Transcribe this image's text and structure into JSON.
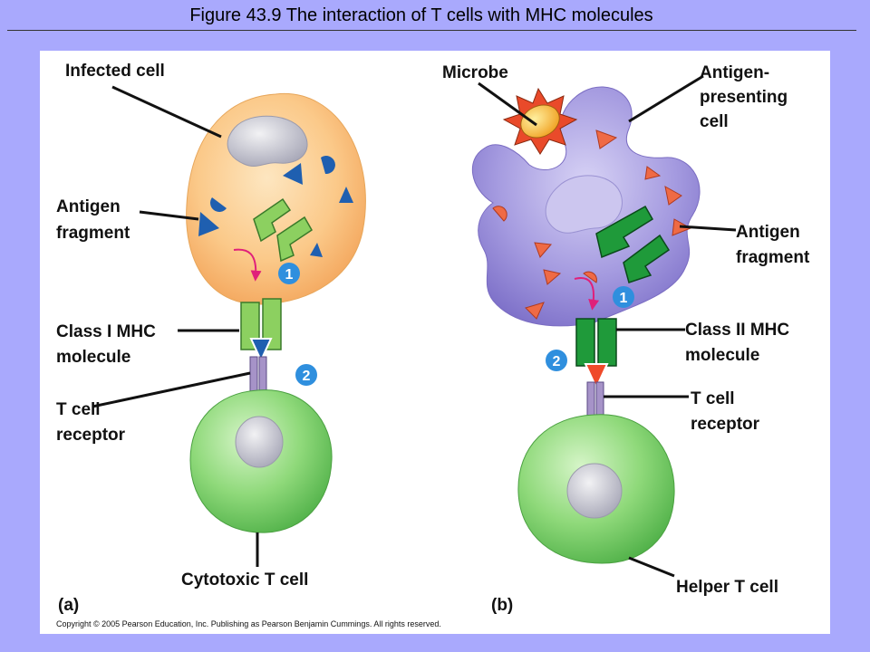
{
  "title": "Figure 43.9  The interaction of T cells with MHC molecules",
  "panel_a": {
    "tag": "(a)",
    "labels": {
      "infected_cell": "Infected cell",
      "antigen_fragment_1": "Antigen",
      "antigen_fragment_2": "fragment",
      "class1_mhc_1": "Class I MHC",
      "class1_mhc_2": "molecule",
      "tcr_1": "T cell",
      "tcr_2": "receptor",
      "cytotoxic": "Cytotoxic T cell"
    },
    "steps": [
      "1",
      "2"
    ]
  },
  "panel_b": {
    "tag": "(b)",
    "labels": {
      "microbe": "Microbe",
      "apc_1": "Antigen-",
      "apc_2": "presenting",
      "apc_3": "cell",
      "antigen_fragment_1": "Antigen",
      "antigen_fragment_2": "fragment",
      "class2_mhc_1": "Class II MHC",
      "class2_mhc_2": "molecule",
      "tcr_1": "T cell",
      "tcr_2": "receptor",
      "helper": "Helper T cell"
    },
    "steps": [
      "1",
      "2"
    ]
  },
  "copyright": "Copyright © 2005 Pearson Education, Inc. Publishing as Pearson Benjamin Cummings. All rights reserved.",
  "colors": {
    "background": "#a9a9fd",
    "infected_cell": "#fbc989",
    "apc": "#a59be0",
    "t_cell": "#8fd97a",
    "class1_mhc": "#8cd060",
    "class2_mhc": "#1f9a3a",
    "antigen_blue": "#1f5fb0",
    "antigen_red": "#ef6a45",
    "step_badge": "#2f8fde",
    "arrow": "#e0207a"
  }
}
